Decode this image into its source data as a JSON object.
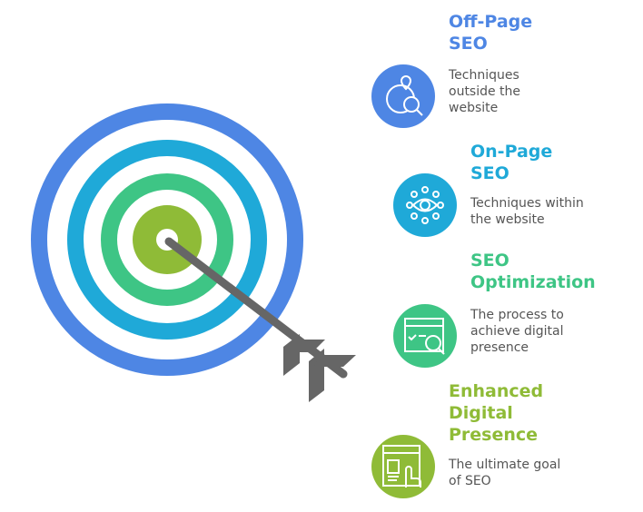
{
  "colors": {
    "blue": "#4e86e4",
    "cyan": "#1fa9d8",
    "green": "#3ec585",
    "lime": "#8fbb37",
    "arrow": "#666666"
  },
  "items": [
    {
      "title_lines": [
        "Off-Page",
        "SEO"
      ],
      "desc_lines": [
        "Techniques",
        "outside the",
        "website"
      ],
      "icon": "globe-search-icon"
    },
    {
      "title_lines": [
        "On-Page",
        "SEO"
      ],
      "desc_lines": [
        "Techniques within",
        "the website"
      ],
      "icon": "eye-network-icon"
    },
    {
      "title_lines": [
        "SEO",
        "Optimization"
      ],
      "desc_lines": [
        "The process to",
        "achieve digital",
        "presence"
      ],
      "icon": "browser-search-icon"
    },
    {
      "title_lines": [
        "Enhanced",
        "Digital",
        "Presence"
      ],
      "desc_lines": [
        "The ultimate goal",
        "of SEO"
      ],
      "icon": "profile-click-icon"
    }
  ]
}
